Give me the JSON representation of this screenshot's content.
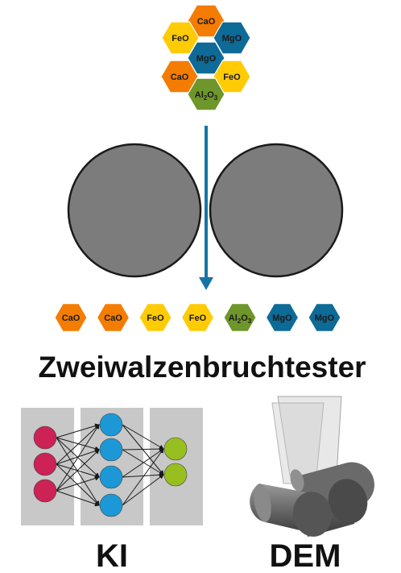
{
  "colors": {
    "CaO": "#F47C00",
    "FeO": "#FFCB05",
    "MgO": "#0E6A96",
    "Al2O3": "#6E962A",
    "roller": "#7C7C7C",
    "arrow": "#1773A6",
    "input_node": "#CC2255",
    "hidden_node": "#1C98D6",
    "output_node": "#97BF1F",
    "panel": "#C8C8C8"
  },
  "cluster": [
    {
      "label": "CaO",
      "color_key": "CaO"
    },
    {
      "label": "FeO",
      "color_key": "FeO"
    },
    {
      "label": "MgO",
      "color_key": "MgO"
    },
    {
      "label": "MgO",
      "color_key": "MgO"
    },
    {
      "label": "CaO",
      "color_key": "CaO"
    },
    {
      "label": "FeO",
      "color_key": "FeO"
    },
    {
      "label": "Al2O3",
      "color_key": "Al2O3"
    }
  ],
  "fragments": [
    {
      "label": "CaO",
      "color_key": "CaO"
    },
    {
      "label": "CaO",
      "color_key": "CaO"
    },
    {
      "label": "FeO",
      "color_key": "FeO"
    },
    {
      "label": "FeO",
      "color_key": "FeO"
    },
    {
      "label": "Al2O3",
      "color_key": "Al2O3"
    },
    {
      "label": "MgO",
      "color_key": "MgO"
    },
    {
      "label": "MgO",
      "color_key": "MgO"
    }
  ],
  "title": "Zweiwalzenbruchtester",
  "network": {
    "layers": [
      3,
      4,
      2
    ]
  },
  "labels": {
    "ki": "KI",
    "dem": "DEM"
  }
}
